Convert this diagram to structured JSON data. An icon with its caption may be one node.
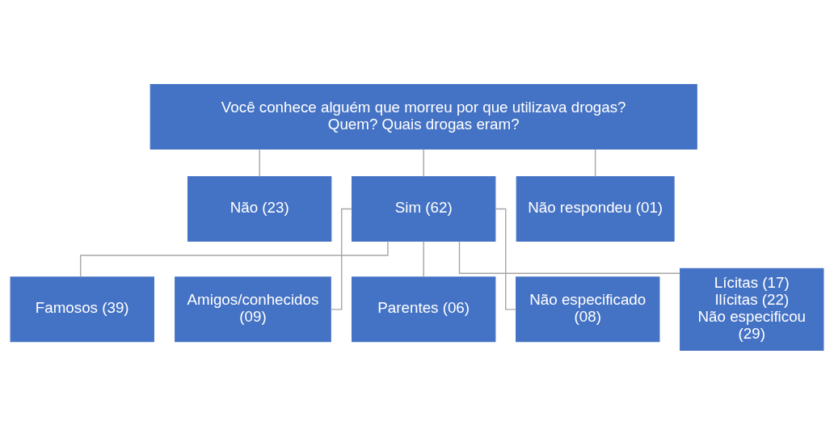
{
  "diagram": {
    "nodes": [
      {
        "text": [
          "Você conhece alguém que morreu por que utilizava drogas? Quem? Quais drogas eram?"
        ]
      },
      {
        "text": [
          "Não (23)"
        ]
      },
      {
        "text": [
          "Sim (62)"
        ]
      },
      {
        "text": [
          "Não respondeu (01)"
        ]
      },
      {
        "text": [
          "Famosos (39)"
        ]
      },
      {
        "text": [
          "Amigos/conhecidos (09)"
        ]
      },
      {
        "text": [
          "Parentes (06)"
        ]
      },
      {
        "text": [
          "Não especificado (08)"
        ]
      },
      {
        "text": [
          "Lícitas (17)",
          "Ilícitas (22)",
          "Não especificou (29)"
        ]
      }
    ],
    "edges": [
      {
        "from": 0,
        "to": 1,
        "arrow": "none"
      },
      {
        "from": 0,
        "to": 2,
        "arrow": "none"
      },
      {
        "from": 0,
        "to": 3,
        "arrow": "none"
      },
      {
        "from": 2,
        "to": 4,
        "arrow": "none"
      },
      {
        "from": 2,
        "to": 5,
        "arrow": "none"
      },
      {
        "from": 2,
        "to": 6,
        "arrow": "none"
      },
      {
        "from": 2,
        "to": 7,
        "arrow": "none"
      },
      {
        "from": 2,
        "to": 8,
        "arrow": "none"
      }
    ]
  }
}
